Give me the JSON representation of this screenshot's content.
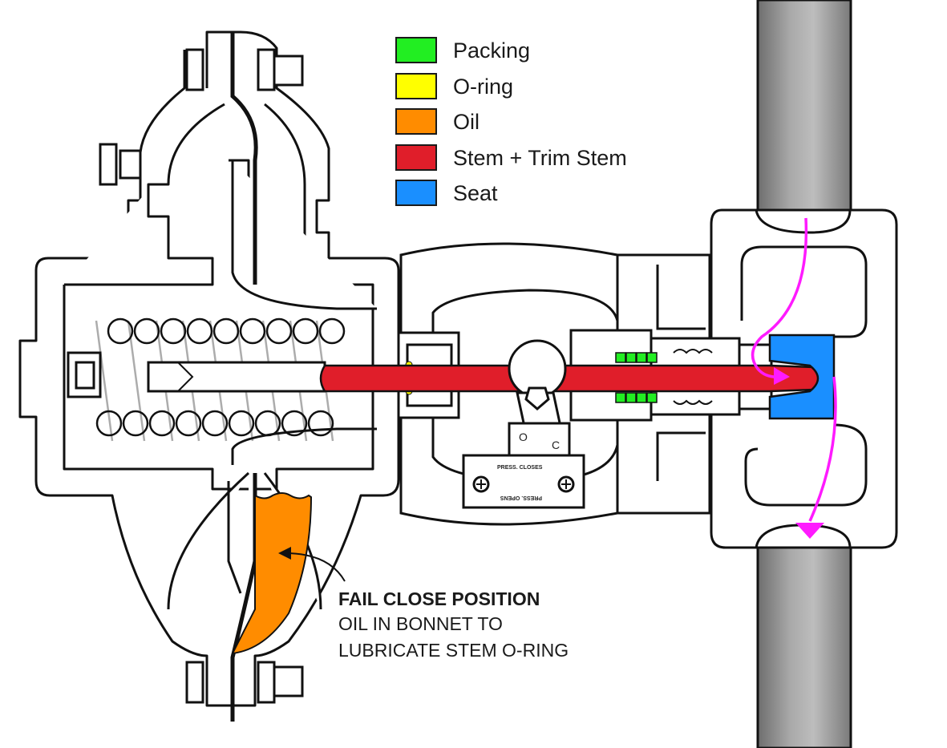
{
  "legend": {
    "items": [
      {
        "label": "Packing",
        "color": "#22ee22"
      },
      {
        "label": "O-ring",
        "color": "#ffff00"
      },
      {
        "label": "Oil",
        "color": "#ff8c00"
      },
      {
        "label": "Stem + Trim Stem",
        "color": "#e01e2a"
      },
      {
        "label": "Seat",
        "color": "#1a8fff"
      }
    ]
  },
  "annotation": {
    "title": "FAIL CLOSE POSITION",
    "line1": "OIL IN BONNET TO",
    "line2": "LUBRICATE STEM O-RING"
  },
  "indicator_plate": {
    "top_text": "PRESS. CLOSES",
    "bottom_text": "PRESS. OPENS",
    "letter_open": "O",
    "letter_close": "C"
  },
  "colors": {
    "outline": "#111111",
    "pipe": "#8a8a8a",
    "flow_arrow": "#ff1aff"
  }
}
